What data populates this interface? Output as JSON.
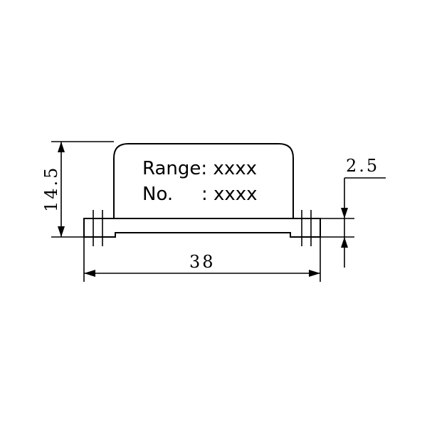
{
  "diagram": {
    "label_line1": "Range: xxxx",
    "label_line2_prefix": "No.",
    "label_line2_value": ": xxxx",
    "dimensions": {
      "height": "14.5",
      "width": "38",
      "base_thickness": "2.5"
    }
  }
}
